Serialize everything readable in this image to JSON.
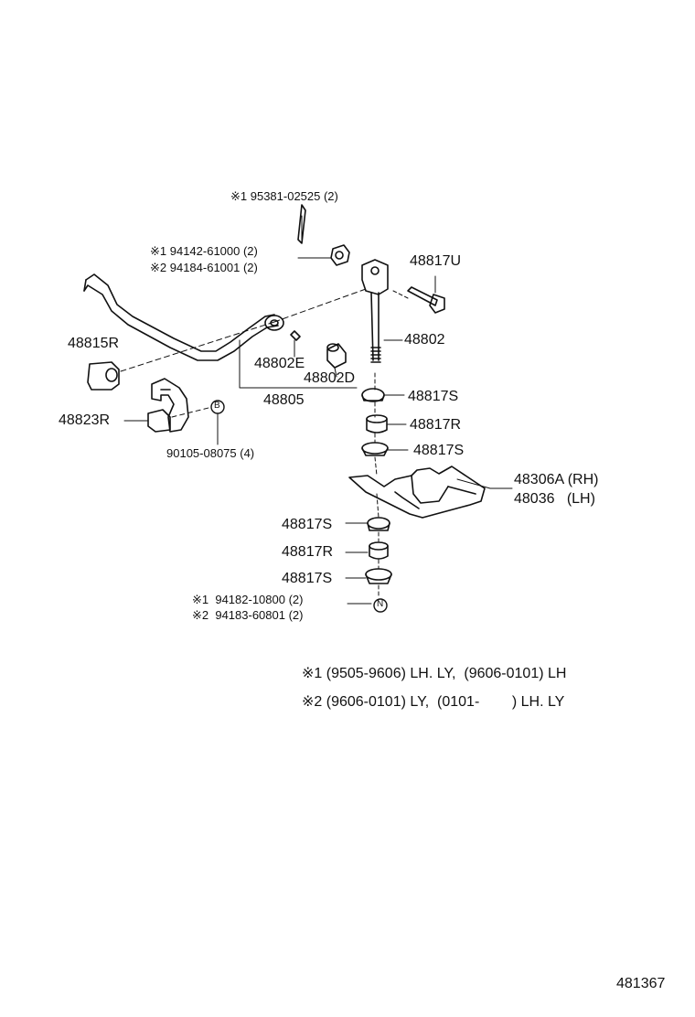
{
  "diagram": {
    "labels": {
      "ref1_95381": "※1 95381-02525 (2)",
      "ref1_94142": "※1 94142-61000 (2)",
      "ref2_94184": "※2 94184-61001 (2)",
      "p48817U": "48817U",
      "p48815R": "48815R",
      "p48802": "48802",
      "p48802E": "48802E",
      "p48802D": "48802D",
      "p48805": "48805",
      "p48817S_a": "48817S",
      "p48823R": "48823R",
      "p48817R_a": "48817R",
      "p48817S_b": "48817S",
      "p90105": "90105-08075 (4)",
      "p48306A": "48306A (RH)",
      "p48036": "48036   (LH)",
      "p48817S_c": "48817S",
      "p48817R_b": "48817R",
      "p48817S_d": "48817S",
      "ref1_94182": "※1  94182-10800 (2)",
      "ref2_94183": "※2  94183-60801 (2)",
      "mark_B": "B",
      "mark_N": "N"
    },
    "notes": {
      "note1": "※1 (9505-9606) LH. LY,  (9606-0101) LH",
      "note2": "※2 (9606-0101) LY,  (0101-        ) LH. LY"
    },
    "figure_number": "481367"
  }
}
